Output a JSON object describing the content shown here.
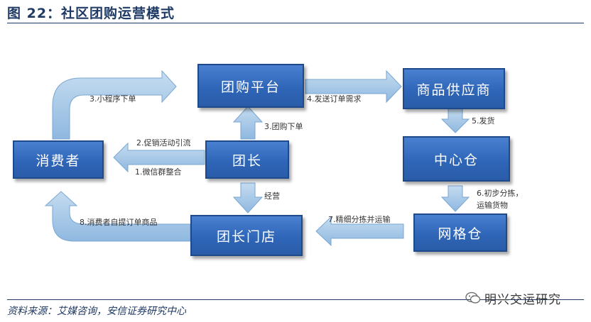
{
  "title": "图 22：社区团购运营模式",
  "nodes": {
    "platform": "团购平台",
    "supplier": "商品供应商",
    "consumer": "消费者",
    "leader": "团长",
    "center_warehouse": "中心仓",
    "grid_warehouse": "网格仓",
    "leader_store": "团长门店"
  },
  "edges": {
    "mini_program_order": "3.小程序下单",
    "send_demand": "4.发送订单需求",
    "ship": "5.发货",
    "group_order": "3.团购下单",
    "promotion": "2.促销活动引流",
    "wechat_group": "1.微信群整合",
    "operate": "经营",
    "sort_line1": "6.初步分拣，",
    "sort_line2": "运输货物",
    "fine_sort": "7.精细分拣并运输",
    "self_pickup": "8.消费者自提订单商品"
  },
  "source": "资料来源：艾媒咨询，安信证券研究中心",
  "watermark": "明兴交运研究",
  "colors": {
    "box": "#2f66b8",
    "arrow": "#9dc3e6",
    "title": "#1f3a64"
  }
}
